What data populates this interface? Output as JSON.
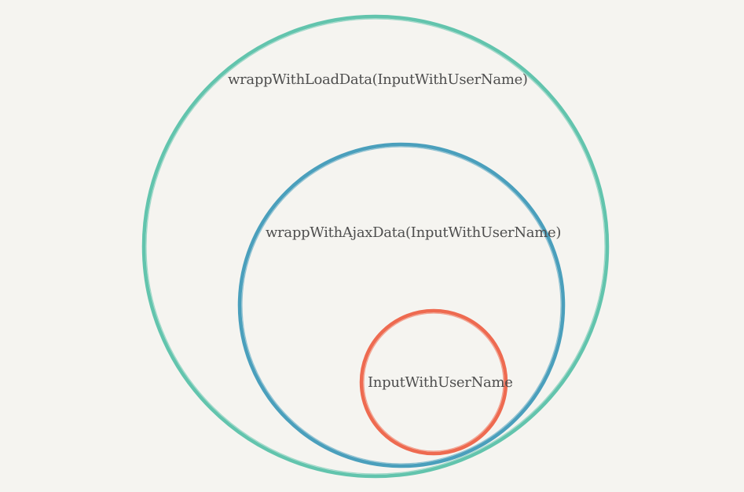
{
  "diagram": {
    "circles": [
      {
        "id": "outer",
        "label": "wrappWithLoadData(InputWithUserName)",
        "color": "#62c4ad"
      },
      {
        "id": "middle",
        "label": "wrappWithAjaxData(InputWithUserName)",
        "color": "#4a9fbc"
      },
      {
        "id": "inner",
        "label": "InputWithUserName",
        "color": "#ee6a50"
      }
    ]
  }
}
